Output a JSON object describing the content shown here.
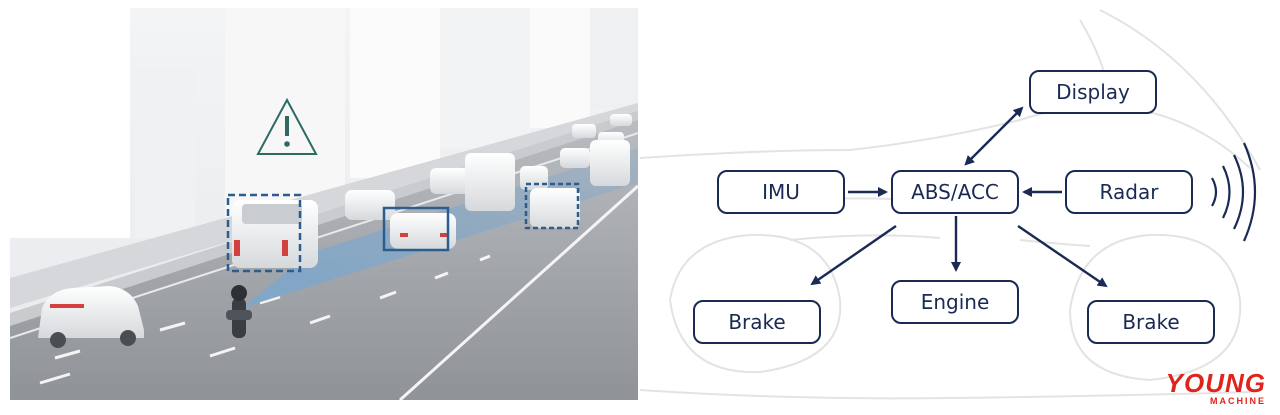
{
  "scene": {
    "warning_icon": "warning-triangle-icon"
  },
  "diagram": {
    "nodes": {
      "display": "Display",
      "imu": "IMU",
      "abs_acc": "ABS/ACC",
      "radar": "Radar",
      "brake_left": "Brake",
      "engine": "Engine",
      "brake_right": "Brake"
    },
    "colors": {
      "box_stroke": "#1a2a55",
      "arrow": "#1a2a55",
      "motorcycle_outline": "#e3e3e3"
    }
  },
  "logo": {
    "main": "YOUNG",
    "sub": "MACHINE",
    "color": "#e0231b"
  }
}
